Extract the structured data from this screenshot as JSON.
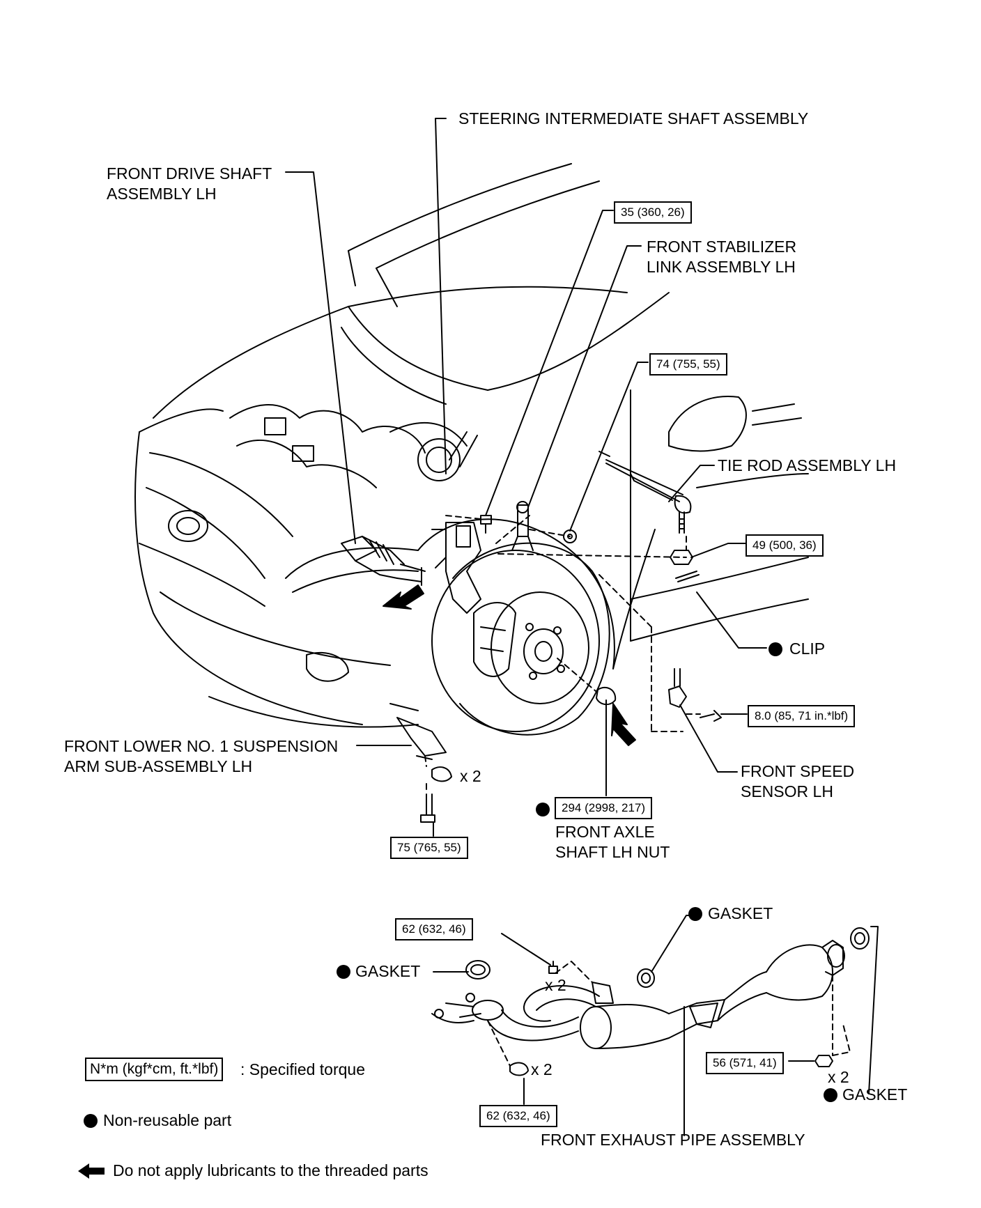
{
  "labels": {
    "steering_shaft": "STEERING INTERMEDIATE SHAFT ASSEMBLY",
    "drive_shaft_l1": "FRONT DRIVE SHAFT",
    "drive_shaft_l2": "ASSEMBLY LH",
    "stabilizer_l1": "FRONT STABILIZER",
    "stabilizer_l2": "LINK ASSEMBLY LH",
    "tie_rod": "TIE ROD ASSEMBLY LH",
    "clip": "CLIP",
    "lower_arm_l1": "FRONT LOWER NO. 1 SUSPENSION",
    "lower_arm_l2": "ARM SUB-ASSEMBLY LH",
    "speed_sensor_l1": "FRONT SPEED",
    "speed_sensor_l2": "SENSOR LH",
    "axle_nut_l1": "FRONT AXLE",
    "axle_nut_l2": "SHAFT LH NUT",
    "gasket_top": "GASKET",
    "gasket_left": "GASKET",
    "gasket_right": "GASKET",
    "exhaust_pipe": "FRONT EXHAUST PIPE ASSEMBLY",
    "x2_arm": "x 2",
    "x2_exhaust_top": "x 2",
    "x2_exhaust_bottom": "x 2",
    "x2_exhaust_right": "x 2"
  },
  "torques": {
    "t35": "35 (360, 26)",
    "t74": "74 (755, 55)",
    "t49": "49 (500, 36)",
    "t8": "8.0 (85, 71 in.*lbf)",
    "t294": "294 (2998, 217)",
    "t75": "75 (765, 55)",
    "t62_top": "62 (632, 46)",
    "t62_bottom": "62 (632, 46)",
    "t56": "56 (571, 41)"
  },
  "legend": {
    "torque_unit": "N*m (kgf*cm, ft.*lbf)",
    "torque_desc": ": Specified torque",
    "nonreusable": "Non-reusable part",
    "no_lubricant": "Do not apply lubricants to the threaded parts"
  }
}
